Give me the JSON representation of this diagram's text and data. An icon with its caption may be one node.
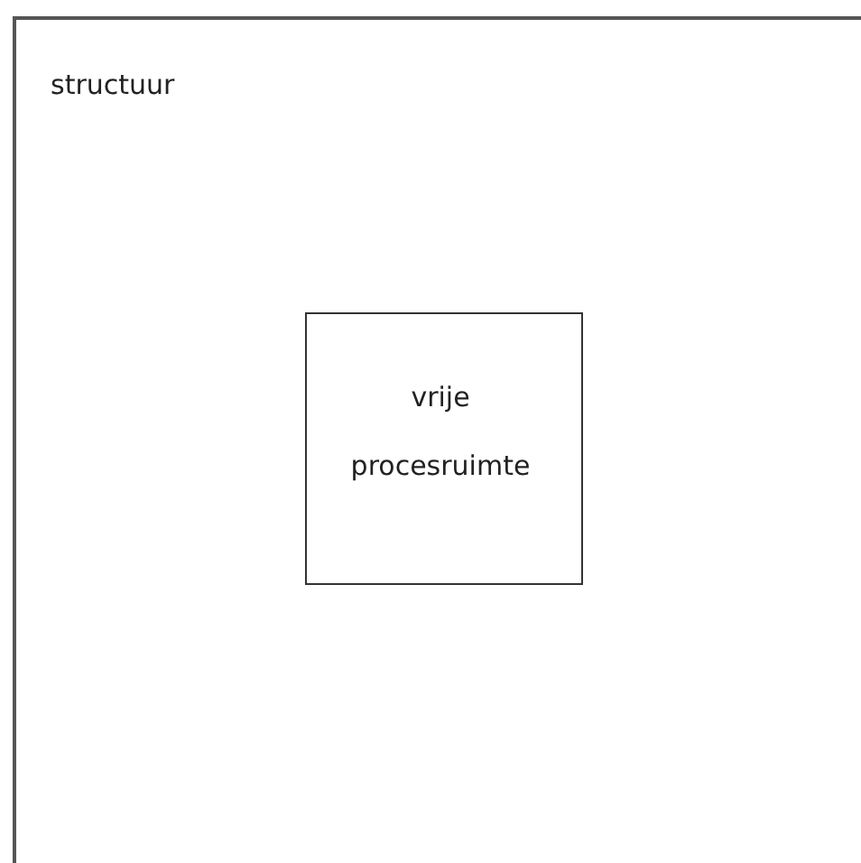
{
  "diagram": {
    "nodes": [
      {
        "text": [
          "structuur"
        ]
      },
      {
        "text": [
          "vrije procesruimte"
        ],
        "in": 0
      }
    ]
  }
}
